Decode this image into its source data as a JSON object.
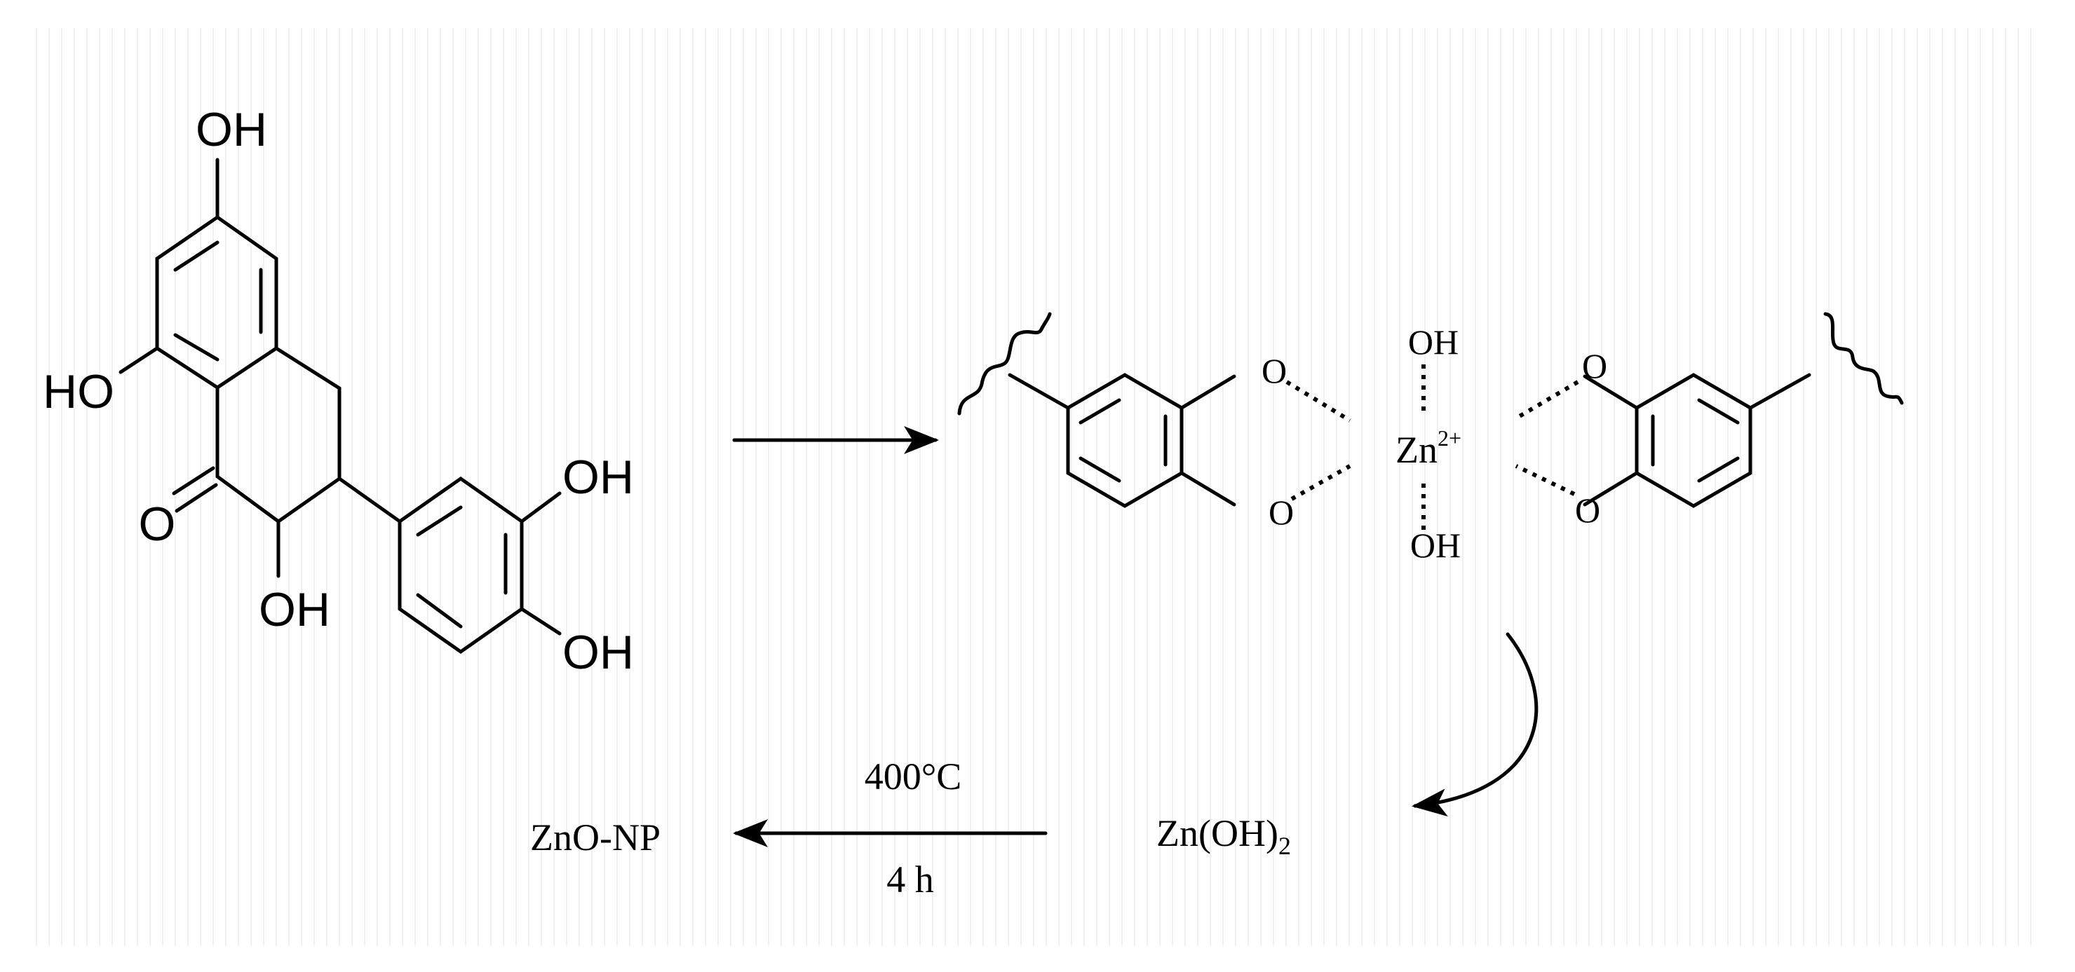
{
  "reactant": {
    "labels": {
      "oh_top": "OH",
      "ho_left": "HO",
      "o_carbonyl": "O",
      "oh_c2": "OH",
      "oh_meta": "OH",
      "oh_para": "OH"
    }
  },
  "complex": {
    "o_ul": "O",
    "o_ll": "O",
    "o_ur": "O",
    "o_lr": "O",
    "oh_top": "OH",
    "oh_bottom": "OH",
    "metal": "Zn",
    "charge": "2+"
  },
  "intermediate": {
    "text": "Zn(OH)",
    "subscript": "2"
  },
  "calcination": {
    "temperature": "400°C",
    "time": "4 h"
  },
  "product": {
    "text": "ZnO-NP"
  }
}
